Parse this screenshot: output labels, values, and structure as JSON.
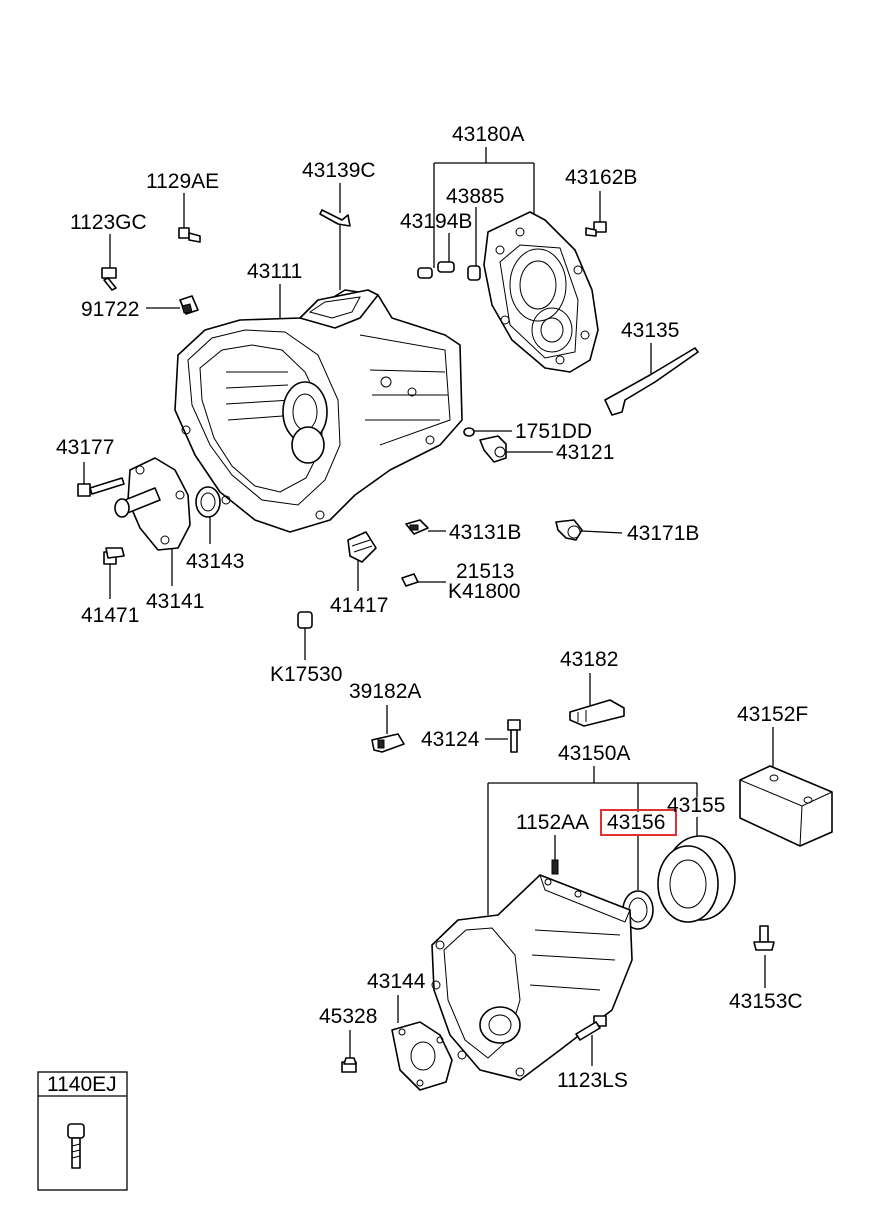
{
  "labels": {
    "l43180A": "43180A",
    "l43885": "43885",
    "l43162B": "43162B",
    "l43139C": "43139C",
    "l1129AE": "1129AE",
    "l43194B": "43194B",
    "l1123GC": "1123GC",
    "l43111": "43111",
    "l91722": "91722",
    "l43135": "43135",
    "l1751DD": "1751DD",
    "l43121": "43121",
    "l43177": "43177",
    "l43131B": "43131B",
    "l43171B": "43171B",
    "l43143": "43143",
    "l21513": "21513",
    "lK41800": "K41800",
    "l41471": "41471",
    "l43141": "43141",
    "l41417": "41417",
    "lK17530": "K17530",
    "l43182": "43182",
    "l39182A": "39182A",
    "l43152F": "43152F",
    "l43124": "43124",
    "l43150A": "43150A",
    "l43155": "43155",
    "l1152AA": "1152AA",
    "l43156": "43156",
    "l43144": "43144",
    "l43153C": "43153C",
    "l45328": "45328",
    "l1123LS": "1123LS",
    "l1140EJ": "1140EJ"
  },
  "highlight": {
    "part": "43156",
    "color": "#e03030"
  }
}
